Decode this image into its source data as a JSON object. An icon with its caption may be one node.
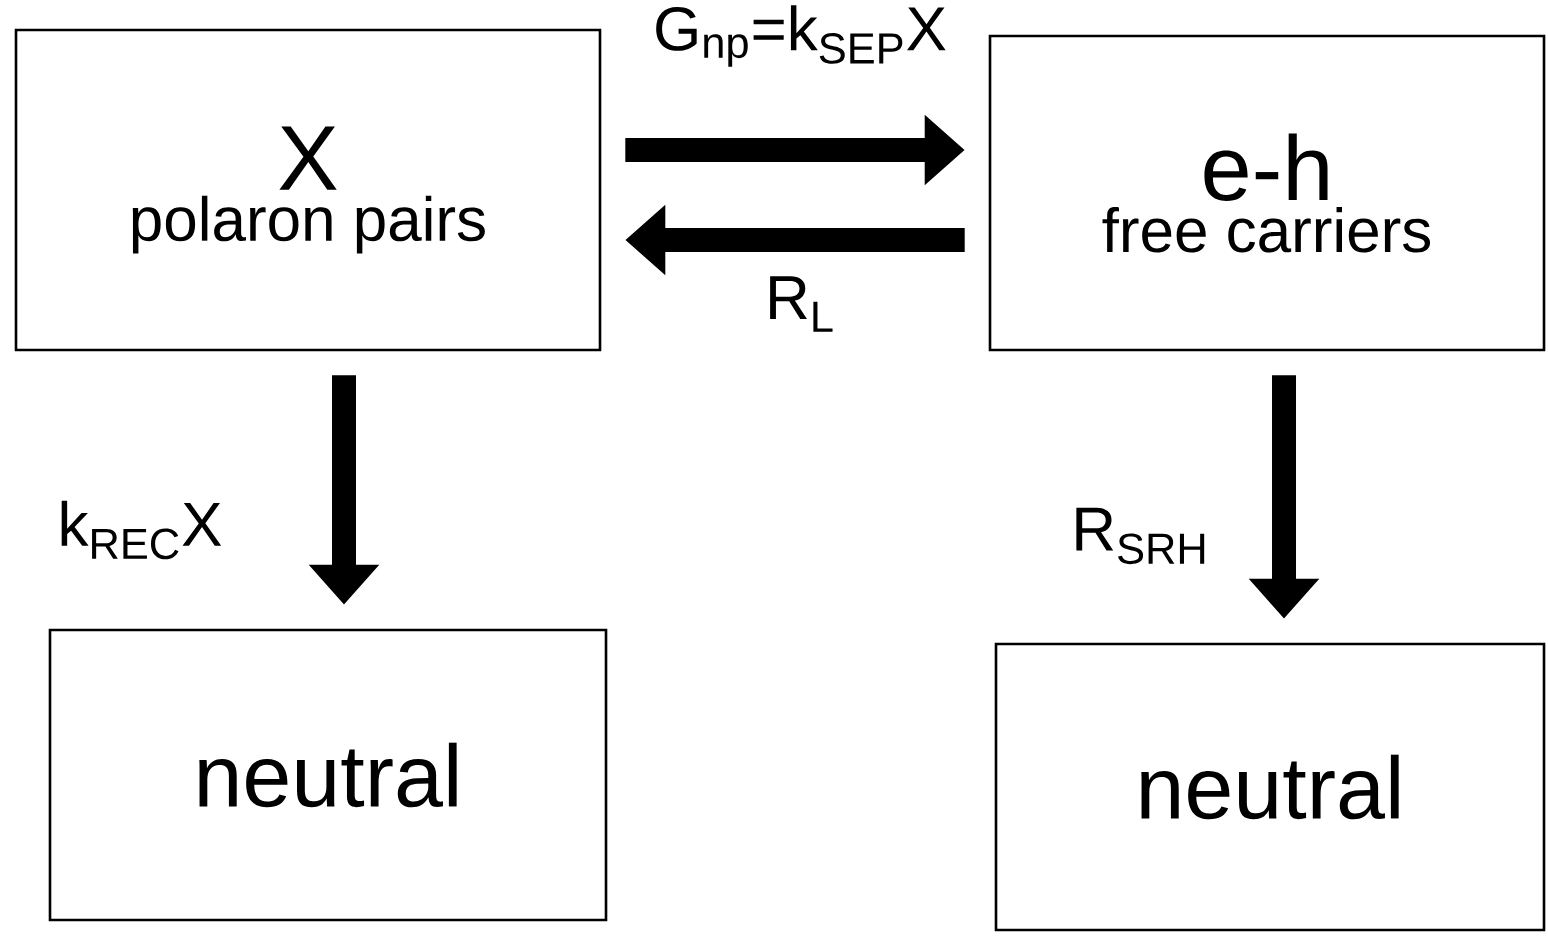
{
  "diagram": {
    "nodes": [
      {
        "text": [
          "X",
          "polaron pairs"
        ]
      },
      {
        "text": [
          "e-h",
          "free carriers"
        ]
      },
      {
        "text": [
          "neutral"
        ]
      },
      {
        "text": [
          "neutral"
        ]
      }
    ],
    "edges": [
      {
        "from": 0,
        "to": 1,
        "arrow": "to",
        "label": "G$_{np}$=k$_{SEP}$X"
      },
      {
        "from": 1,
        "to": 0,
        "arrow": "to",
        "label": "R$_{L}$"
      },
      {
        "from": 0,
        "to": 2,
        "arrow": "to",
        "label": "k$_{REC}$X"
      },
      {
        "from": 1,
        "to": 3,
        "arrow": "to",
        "label": "R$_{SRH}$"
      }
    ]
  }
}
